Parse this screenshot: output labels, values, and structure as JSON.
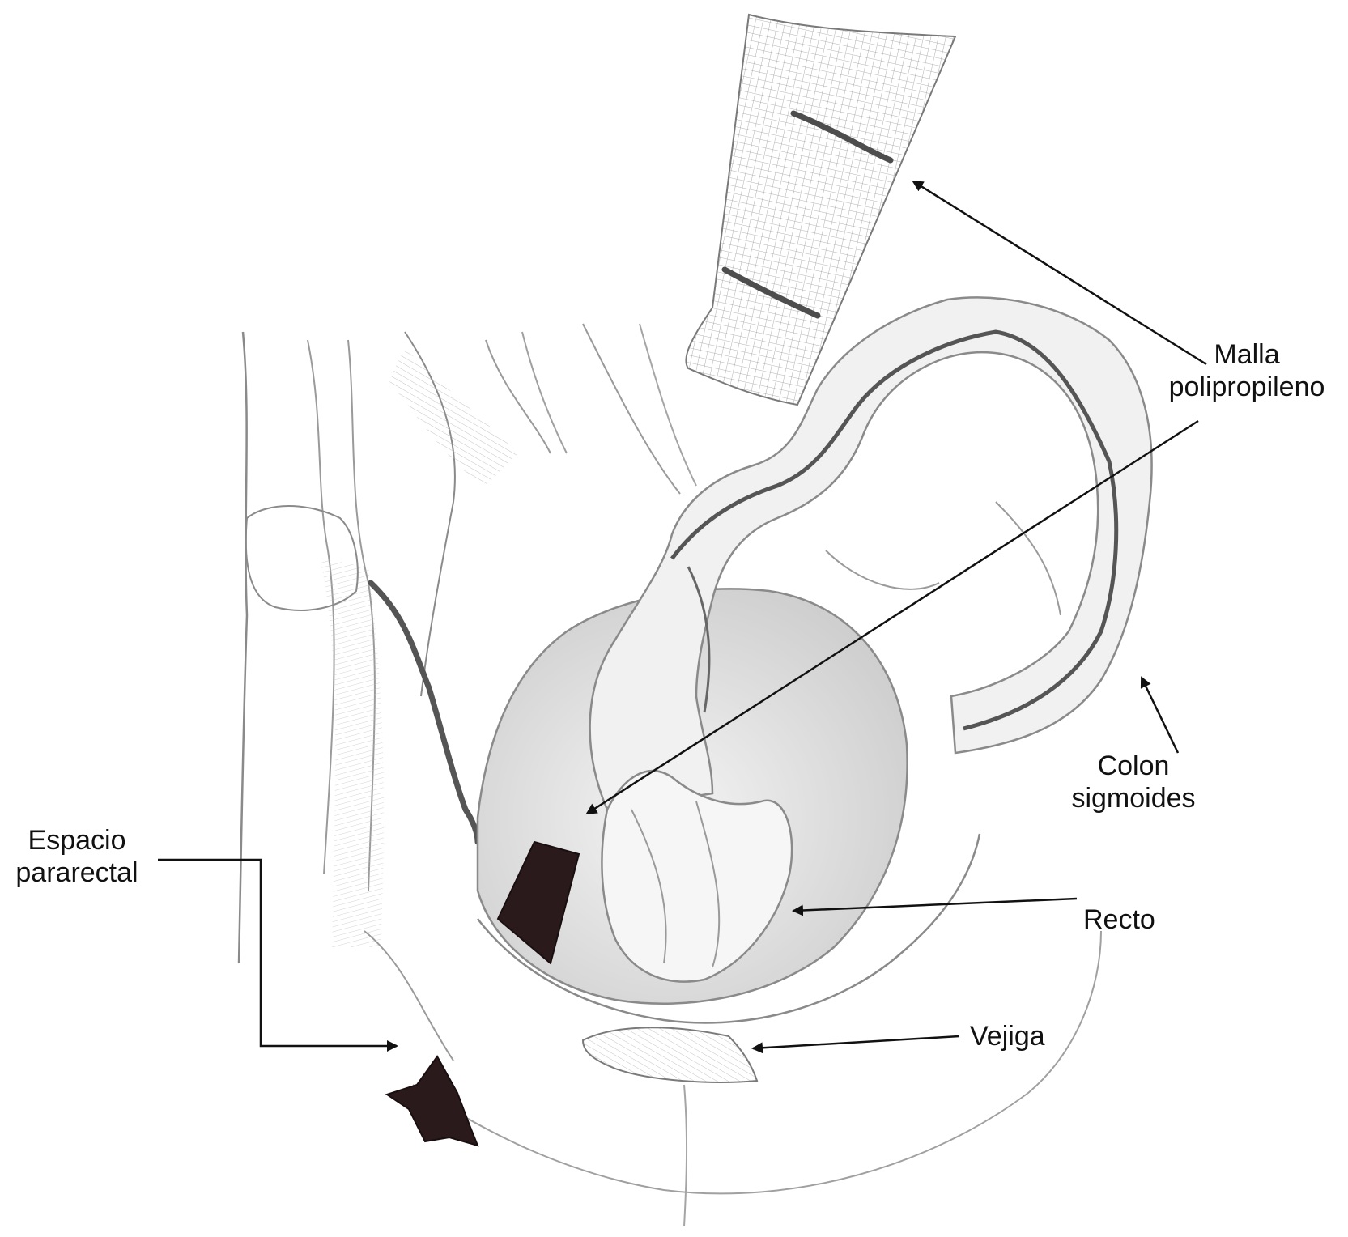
{
  "labels": {
    "malla_line1": "Malla",
    "malla_line2": "polipropileno",
    "colon_line1": "Colon",
    "colon_line2": "sigmoides",
    "recto": "Recto",
    "vejiga": "Vejiga",
    "espacio_line1": "Espacio",
    "espacio_line2": "pararectal"
  },
  "colors": {
    "pencil": "#8a8a8a",
    "pencil_dark": "#555555",
    "ink": "#2a1a1c",
    "arrow": "#111111"
  }
}
